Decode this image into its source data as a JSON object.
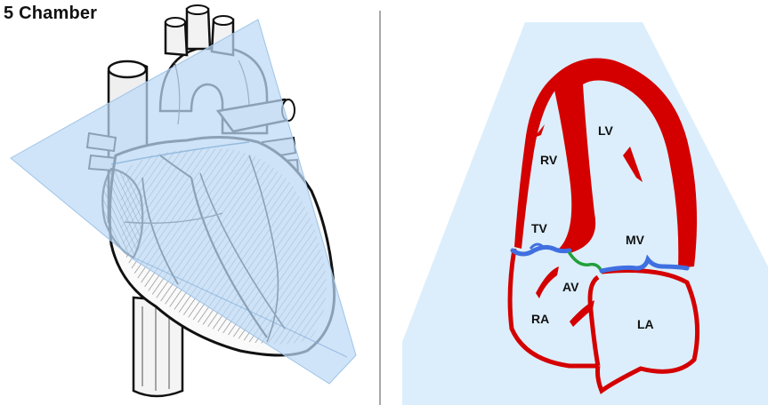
{
  "title": "5 Chamber",
  "labels": {
    "lv": "LV",
    "rv": "RV",
    "tv": "TV",
    "mv": "MV",
    "av": "AV",
    "ra": "RA",
    "la": "LA"
  },
  "colors": {
    "plane": "#bcd9f5",
    "sector": "#dceefb",
    "wall": "#d40000",
    "valve_av_mv": "#3f6fe0",
    "valve_aortic": "#22a03a",
    "outline": "#111111",
    "divider": "#a9a9a9"
  },
  "icons": {
    "heart_illustration": "anatomical-heart-icon"
  }
}
